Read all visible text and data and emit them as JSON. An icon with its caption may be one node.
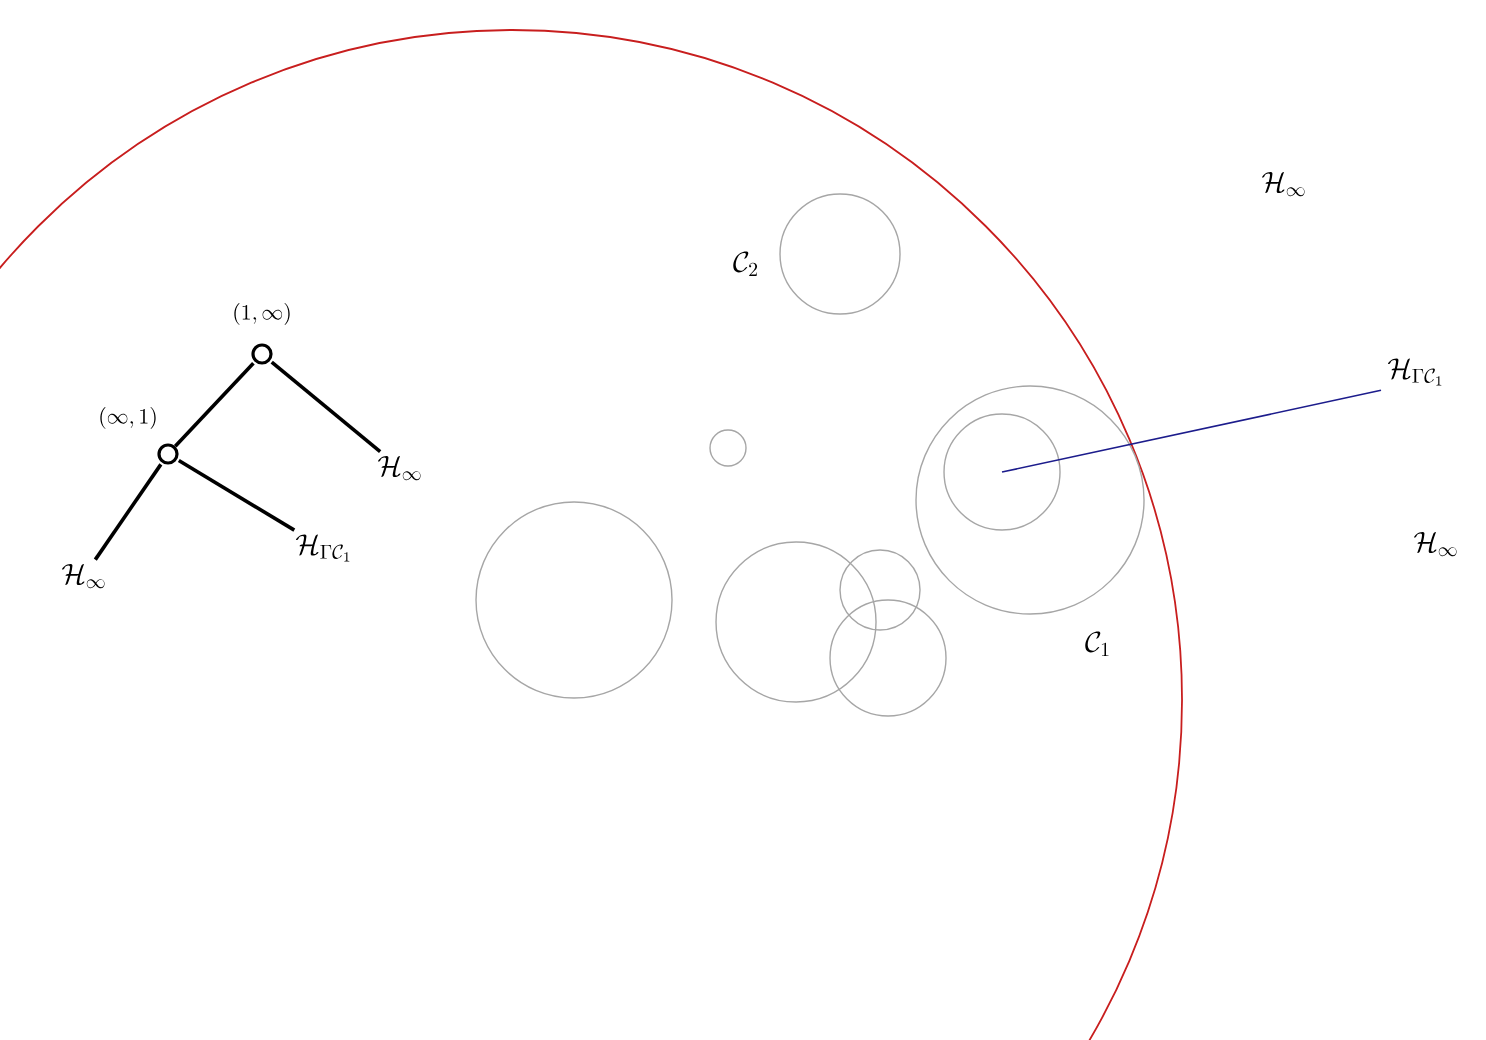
{
  "diagram": {
    "nodes": [
      {
        "text": [],
        "shape": "circle",
        "beside": [
          "(1,\\infty)"
        ]
      },
      {
        "text": [],
        "shape": "circle",
        "beside": [
          "(\\infty,1)"
        ]
      },
      {
        "text": [
          "\\mathcal{H}_{\\infty}"
        ]
      },
      {
        "text": [
          "\\mathcal{H}_{\\Gamma\\mathcal{C}_1}"
        ]
      },
      {
        "text": [
          "\\mathcal{H}_{\\infty}"
        ]
      },
      {
        "text": [
          "\\mathcal{H}_{\\Gamma\\mathcal{C}_1}"
        ]
      },
      {
        "text": [],
        "shape": "circle"
      },
      {
        "text": [],
        "shape": "circle"
      },
      {
        "text": [],
        "shape": "circle"
      },
      {
        "text": [],
        "shape": "circle"
      },
      {
        "text": [],
        "shape": "circle"
      },
      {
        "text": [],
        "shape": "circle"
      },
      {
        "text": [],
        "shape": "circle"
      },
      {
        "text": [],
        "shape": "circle",
        "in": 12
      }
    ],
    "edges": [
      {
        "from": 0,
        "to": 1,
        "arrow": "none"
      },
      {
        "from": 0,
        "to": 4,
        "arrow": "none"
      },
      {
        "from": 1,
        "to": 2,
        "arrow": "none"
      },
      {
        "from": 1,
        "to": 3,
        "arrow": "none"
      },
      {
        "from": 5,
        "to": 13,
        "arrow": "none",
        "color": "#1c1c8c"
      }
    ],
    "labels": [
      "\\mathcal{H}_{\\infty}",
      "\\mathcal{C}_2",
      "\\mathcal{H}_{\\infty}",
      "\\mathcal{C}_1"
    ]
  }
}
